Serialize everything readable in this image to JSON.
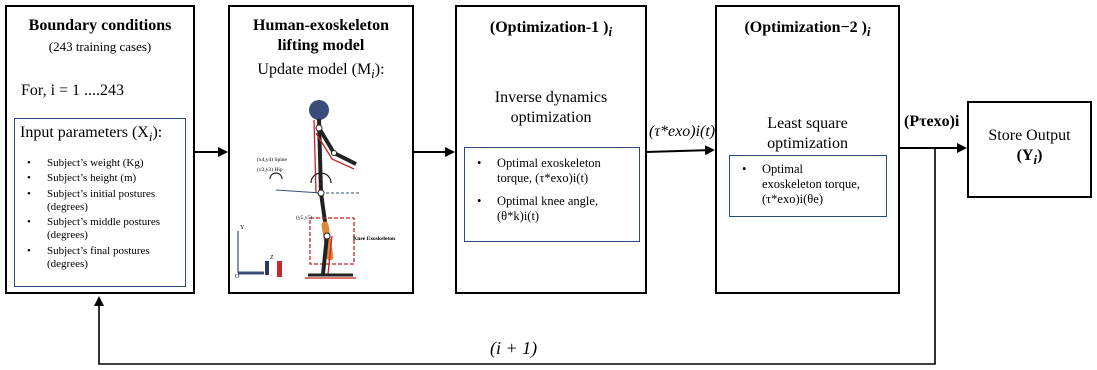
{
  "box1": {
    "title": "Boundary conditions",
    "subtitle": "(243 training cases)",
    "for_line": "For, i = 1 ....243",
    "inner_title": "Input parameters (X",
    "inner_title_sub": "i",
    "inner_title_end": "):",
    "params": [
      "Subject’s weight (Kg)",
      "Subject’s height (m)",
      "Subject’s initial postures (degrees)",
      "Subject’s middle postures (degrees)",
      "Subject’s final postures (degrees)"
    ]
  },
  "box2": {
    "title_line1": "Human-exoskeleton",
    "title_line2": "lifting model",
    "update": "Update model (M",
    "update_sub": "i",
    "update_end": "):",
    "figure_labels": {
      "spine": "(x4,y4) Spine",
      "hip": "(x3,y3) Hip",
      "knee_exo": "Knee Exoskeleton",
      "knee_pt": "(y5,y5)",
      "y_axis": "Y",
      "z_axis": "Z",
      "origin": "O"
    }
  },
  "box3": {
    "title": "(Optimization-1 )",
    "title_sub": "i",
    "desc_line1": "Inverse dynamics",
    "desc_line2": "optimization",
    "items": [
      {
        "line1": "Optimal exoskeleton",
        "line2": "torque, (τ*exo)i(t)"
      },
      {
        "line1": "Optimal knee angle,",
        "line2": "(θ*k)i(t)"
      }
    ]
  },
  "box4": {
    "title": "(Optimization−2 )",
    "title_sub": "i",
    "desc_line1": "Least square",
    "desc_line2": "optimization",
    "item_line1": "Optimal",
    "item_line2": "exoskeleton torque,",
    "item_line3": "(τ*exo)i(θe)"
  },
  "box5": {
    "line1": "Store Output",
    "line2": "(Y",
    "line2_sub": "i",
    "line2_end": ")"
  },
  "arrows": {
    "tau_label": "(τ*exo)i(t)",
    "p_label": "(Pτexo)i",
    "loop_label": "(i + 1)"
  },
  "colors": {
    "inner_border": "#2f4b7c",
    "exo_orange": "#d98a3a",
    "segment_red": "#cc2222",
    "head_navy": "#3a4d7a"
  }
}
